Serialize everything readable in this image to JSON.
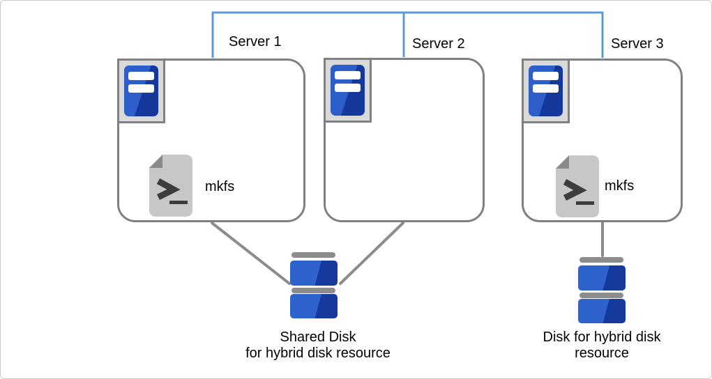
{
  "diagram_title": "hybrid disk resource mkfs diagram",
  "interconnect": {
    "name": "server interconnect",
    "color": "#5B9BD5"
  },
  "servers": [
    {
      "label": "Server 1",
      "mkfs_label": "mkfs"
    },
    {
      "label": "Server 2"
    },
    {
      "label": "Server 3",
      "mkfs_label": "mkfs"
    }
  ],
  "disks": {
    "shared": {
      "line1": "Shared Disk",
      "line2": "for hybrid disk resource"
    },
    "hybrid": {
      "line1": "Disk for hybrid disk",
      "line2": "resource"
    }
  },
  "colors": {
    "interconnect_blue": "#5B9BD5",
    "connector_gray": "#8C8C8C",
    "box_border_gray": "#808080",
    "server_icon_frame": "#D9D9D9",
    "icon_blue_light": "#2E5EC9",
    "icon_blue_dark": "#15389C",
    "disk_blue_light": "#2E62CC",
    "disk_blue_dark": "#16399E",
    "script_icon_gray": "#C7C7C7",
    "script_fold_gray": "#8A8A8A",
    "text_color": "#000000"
  }
}
